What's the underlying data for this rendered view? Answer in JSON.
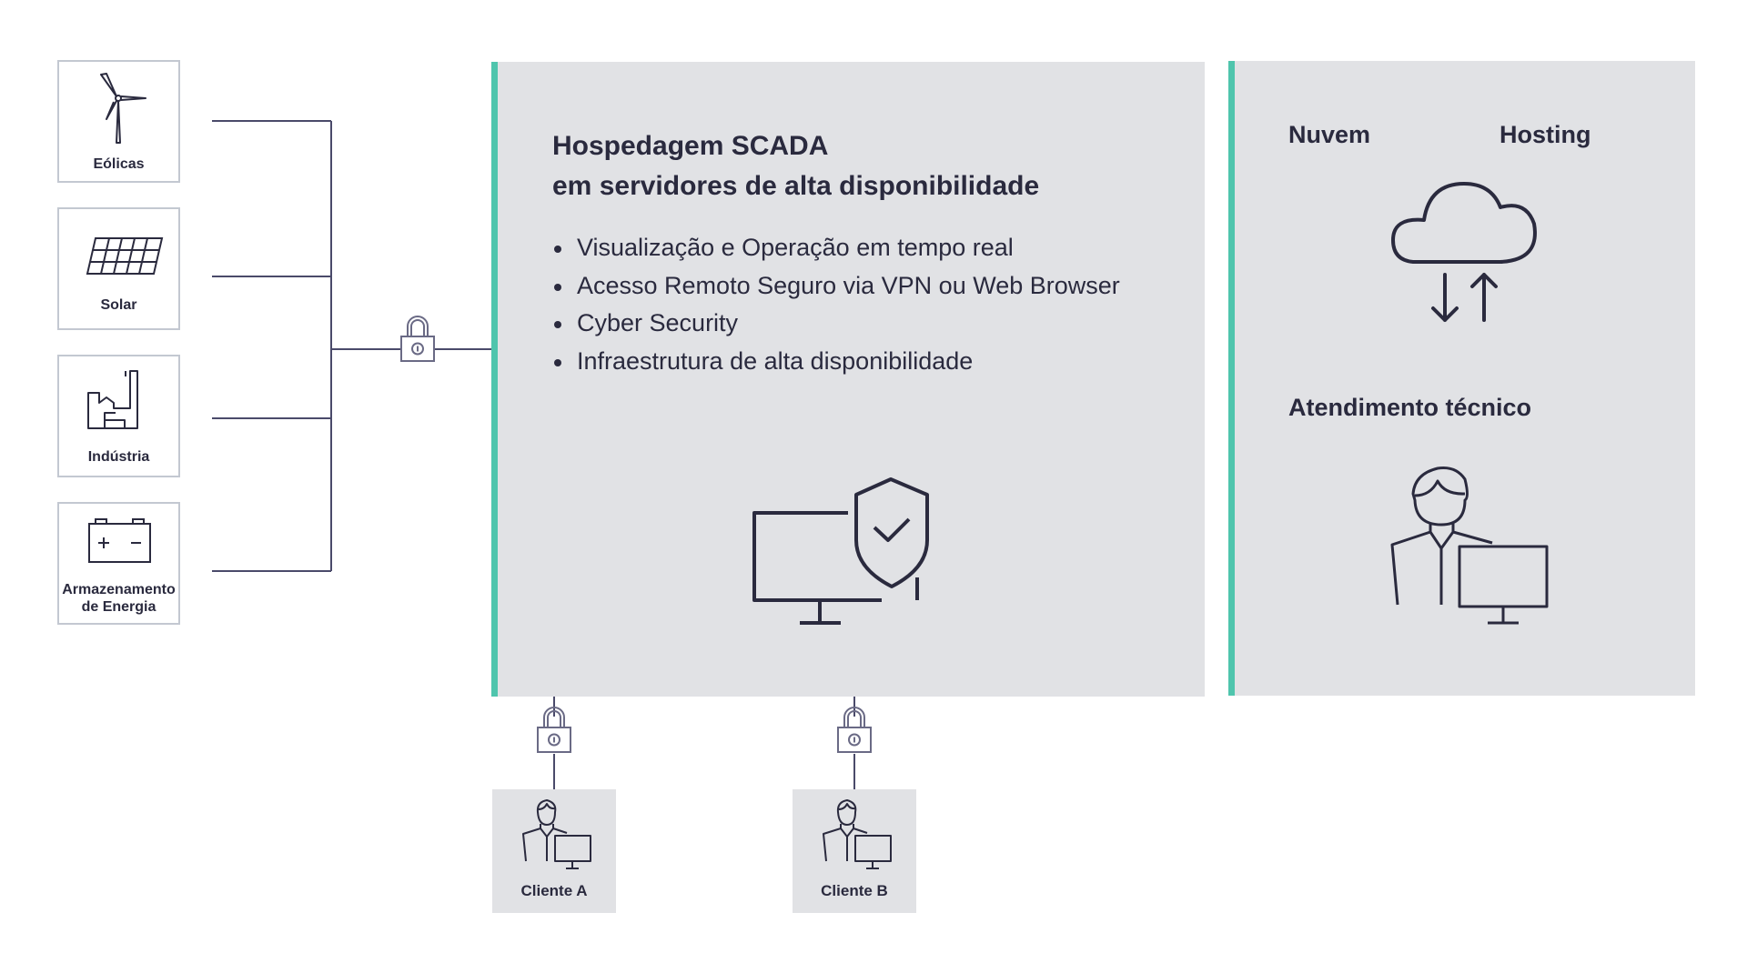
{
  "sources": [
    {
      "label_lines": [
        "Eólicas"
      ],
      "icon": "wind-turbine-icon"
    },
    {
      "label_lines": [
        "Solar"
      ],
      "icon": "solar-panel-icon"
    },
    {
      "label_lines": [
        "Indústria"
      ],
      "icon": "factory-icon"
    },
    {
      "label_lines": [
        "Armazenamento",
        "de Energia"
      ],
      "icon": "battery-icon"
    }
  ],
  "main_panel": {
    "title_lines": [
      "Hospedagem SCADA",
      "em servidores de alta disponibilidade"
    ],
    "features": [
      "Visualização e Operação em tempo real",
      "Acesso Remoto Seguro via VPN ou Web Browser",
      "Cyber Security",
      "Infraestrutura de alta disponibilidade"
    ],
    "icon": "monitor-shield-icon"
  },
  "side_panel": {
    "cloud_label": "Nuvem",
    "hosting_label": "Hosting",
    "cloud_icon": "cloud-sync-icon",
    "support_label": "Atendimento técnico",
    "support_icon": "technician-icon"
  },
  "clients": [
    {
      "label": "Cliente A",
      "icon": "user-computer-icon"
    },
    {
      "label": "Cliente B",
      "icon": "user-computer-icon"
    }
  ],
  "colors": {
    "accent": "#4fc5ad",
    "panel_bg": "#e1e2e5",
    "icon_stroke": "#2a2a3e",
    "line": "#4a4a6a",
    "box_border": "#c3c8d1"
  }
}
